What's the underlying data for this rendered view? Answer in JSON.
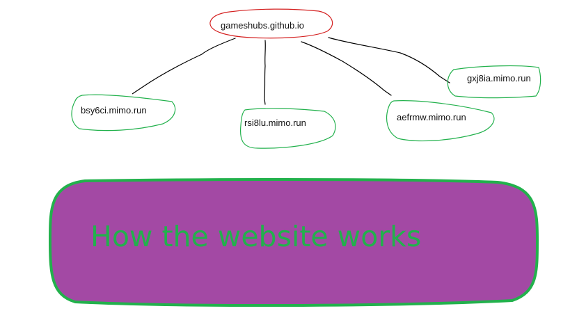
{
  "diagram": {
    "root": {
      "label": "gameshubs.github.io",
      "outline_color": "#d42020"
    },
    "children": [
      {
        "id": "bsy6ci",
        "label": "bsy6ci.mimo.run"
      },
      {
        "id": "rsi8lu",
        "label": "rsi8lu.mimo.run"
      },
      {
        "id": "aefrmw",
        "label": "aefrmw.mimo.run"
      },
      {
        "id": "gxj8ia",
        "label": "gxj8ia.mimo.run"
      }
    ],
    "child_outline_color": "#22b14c",
    "connector_color": "#000000"
  },
  "banner": {
    "title": "How the website works",
    "fill_color": "#a349a4",
    "border_color": "#22b14c",
    "text_color": "#22b14c"
  }
}
